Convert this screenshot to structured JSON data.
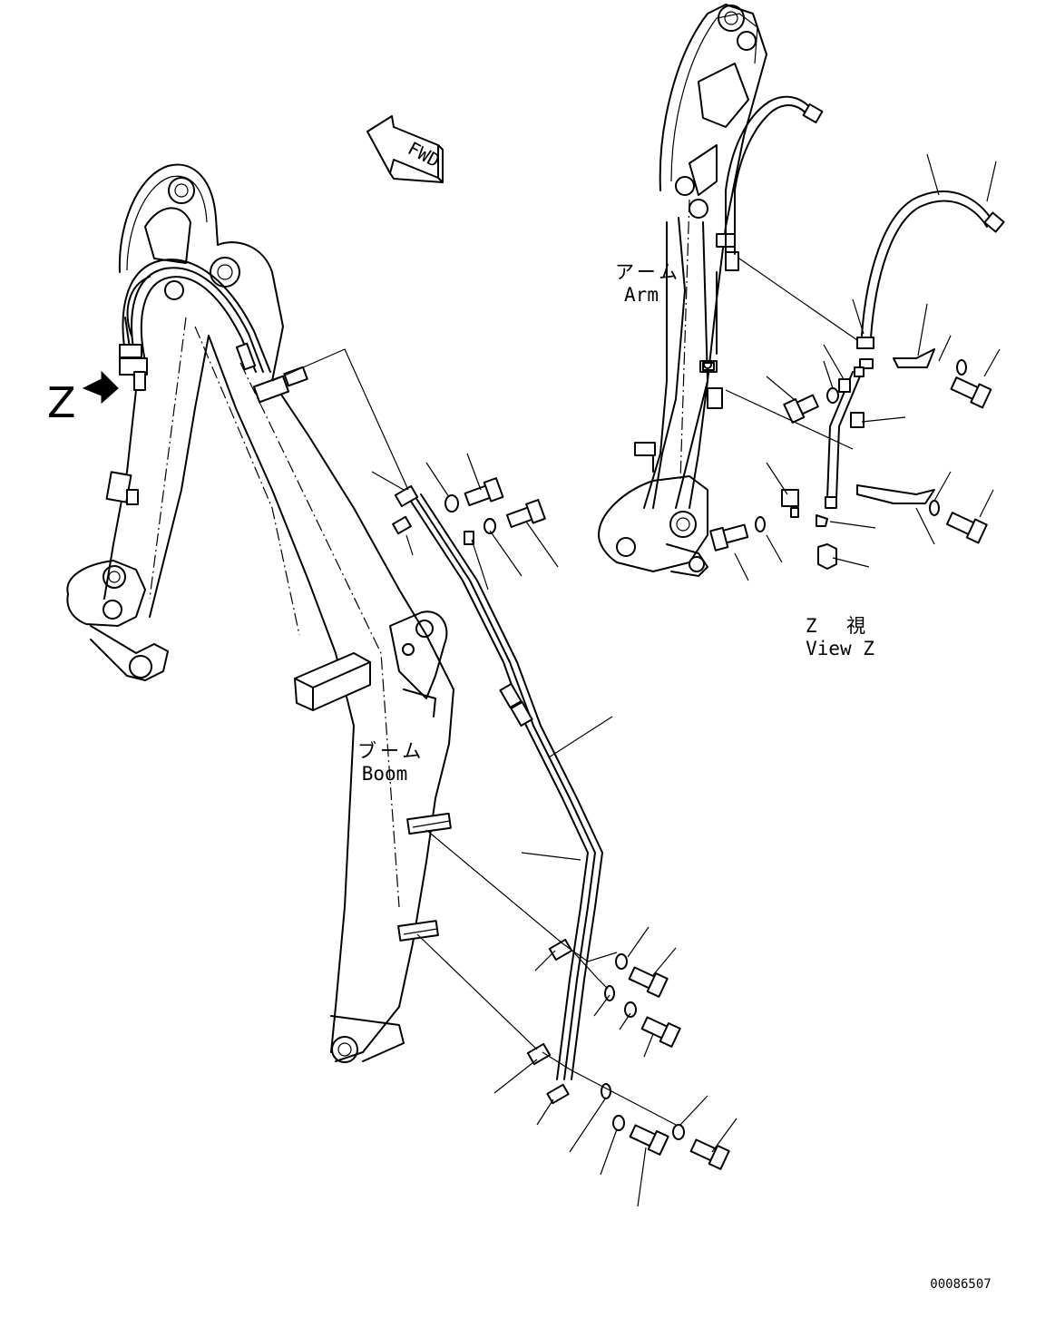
{
  "labels": {
    "fwd": "FWD",
    "z_marker": "Z",
    "arm_jp": "アーム",
    "arm_en": "Arm",
    "boom_jp": "ブーム",
    "boom_en": "Boom",
    "view_jp": "Z 視",
    "view_en": "View Z",
    "drawing_number": "00086507"
  }
}
